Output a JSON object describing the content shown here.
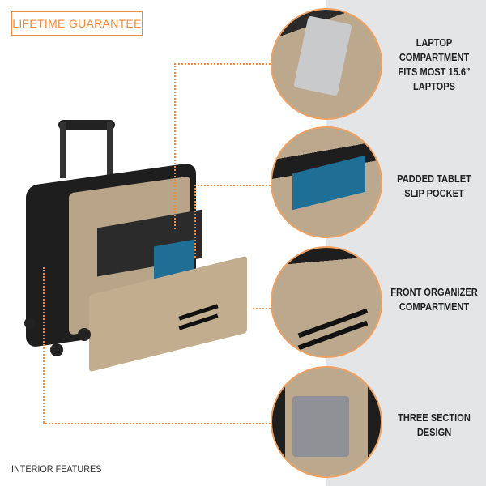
{
  "badge": "LIFETIME GUARANTEE",
  "features": [
    {
      "label": "LAPTOP COMPARTMENT FITS MOST 15.6” LAPTOPS"
    },
    {
      "label": "PADDED TABLET SLIP POCKET"
    },
    {
      "label": "FRONT ORGANIZER COMPARTMENT"
    },
    {
      "label": "THREE SECTION DESIGN"
    }
  ],
  "footer": "INTERIOR FEATURES",
  "colors": {
    "accent": "#f08a3c",
    "panel": "#e4e5e7",
    "lining": "#bba88c"
  }
}
